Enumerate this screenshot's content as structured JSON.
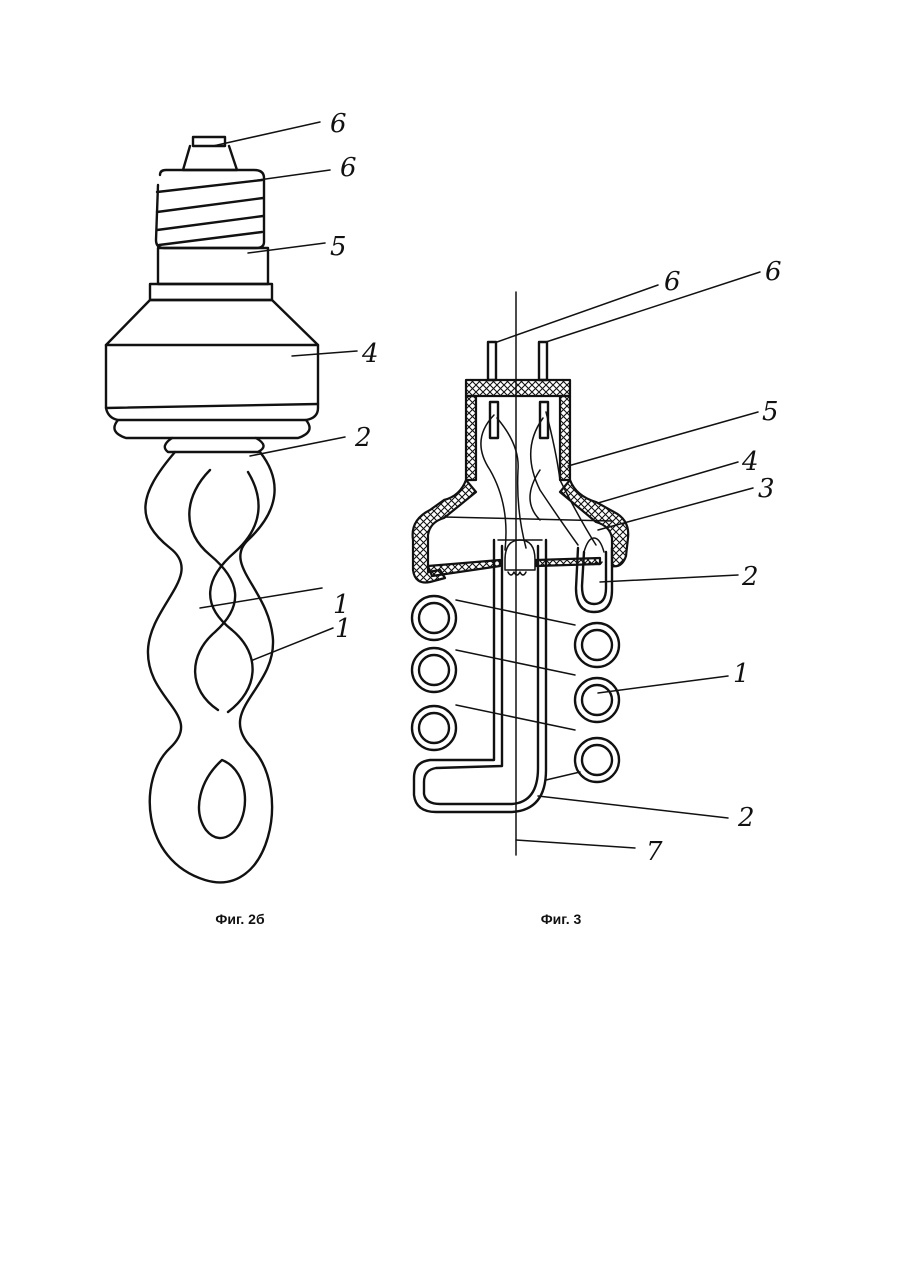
{
  "figure_left": {
    "caption": "Фиг. 2б",
    "labels": [
      "6",
      "6",
      "5",
      "4",
      "2",
      "1",
      "1"
    ]
  },
  "figure_right": {
    "caption": "Фиг. 3",
    "labels": [
      "6",
      "6",
      "5",
      "4",
      "3",
      "2",
      "1",
      "2",
      "7"
    ]
  }
}
